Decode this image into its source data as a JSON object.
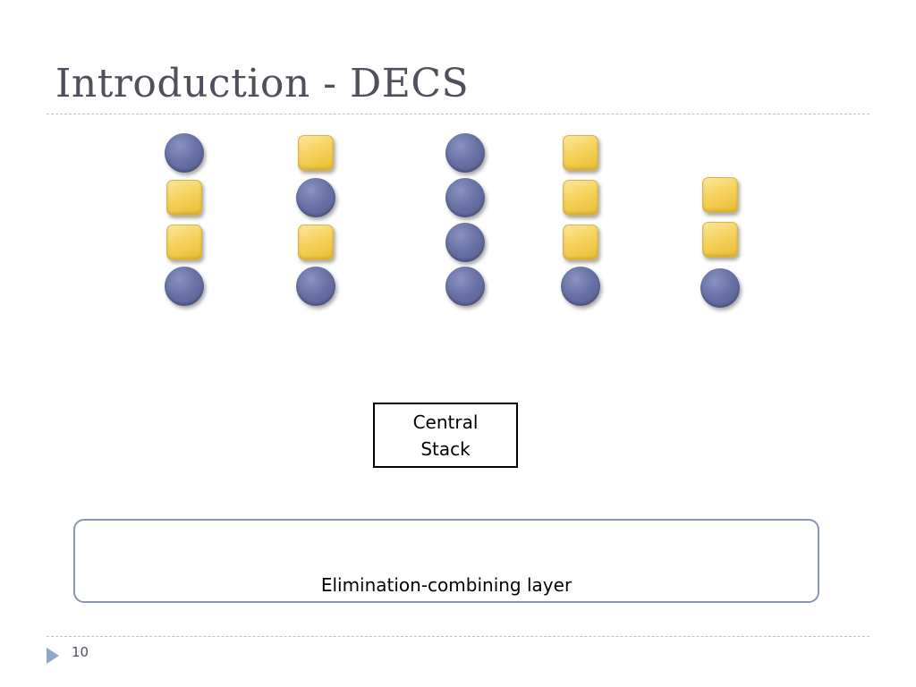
{
  "slide": {
    "title": "Introduction - DECS",
    "page_number": "10"
  },
  "diagram": {
    "central_stack": {
      "line1": "Central",
      "line2": "Stack"
    },
    "elimination_layer": {
      "label": "Elimination-combining layer"
    },
    "colors": {
      "circle": "#6872a6",
      "square": "#f6d35e",
      "title": "#4f4f5d",
      "layer_border": "#8a95b4"
    },
    "columns": [
      {
        "tokens": [
          "circle",
          "square",
          "square",
          "circle"
        ]
      },
      {
        "tokens": [
          "square",
          "circle",
          "square",
          "circle"
        ]
      },
      {
        "tokens": [
          "circle",
          "circle",
          "circle",
          "circle"
        ]
      },
      {
        "tokens": [
          "square",
          "square",
          "square",
          "circle"
        ]
      },
      {
        "tokens": [
          "square",
          "square",
          "circle"
        ]
      }
    ]
  }
}
